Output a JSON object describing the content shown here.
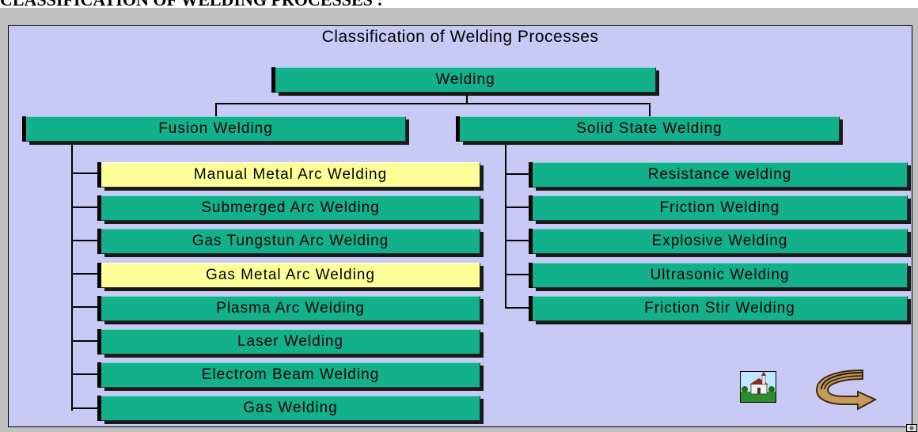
{
  "page": {
    "heading": "CLASSIFICATION OF WELDING PROCESSES :"
  },
  "diagram": {
    "title": "Classification of Welding Processes",
    "root": "Welding",
    "branches": [
      {
        "label": "Fusion Welding",
        "children": [
          {
            "label": "Manual Metal Arc Welding",
            "highlight": true
          },
          {
            "label": "Submerged Arc Welding",
            "highlight": false
          },
          {
            "label": "Gas Tungstun Arc Welding",
            "highlight": false
          },
          {
            "label": "Gas Metal Arc Welding",
            "highlight": true
          },
          {
            "label": "Plasma Arc Welding",
            "highlight": false
          },
          {
            "label": "Laser Welding",
            "highlight": false
          },
          {
            "label": "Electrom Beam Welding",
            "highlight": false
          },
          {
            "label": "Gas Welding",
            "highlight": false
          }
        ]
      },
      {
        "label": "Solid State Welding",
        "children": [
          {
            "label": "Resistance welding"
          },
          {
            "label": "Friction Welding"
          },
          {
            "label": "Explosive Welding"
          },
          {
            "label": "Ultrasonic Welding"
          },
          {
            "label": "Friction Stir Welding"
          }
        ]
      }
    ]
  },
  "colors": {
    "box": "#13b08c",
    "highlight": "#ffff99",
    "background": "#c9c9f6"
  },
  "icons": [
    "picture-icon",
    "return-arrow-icon",
    "settings-icon"
  ]
}
